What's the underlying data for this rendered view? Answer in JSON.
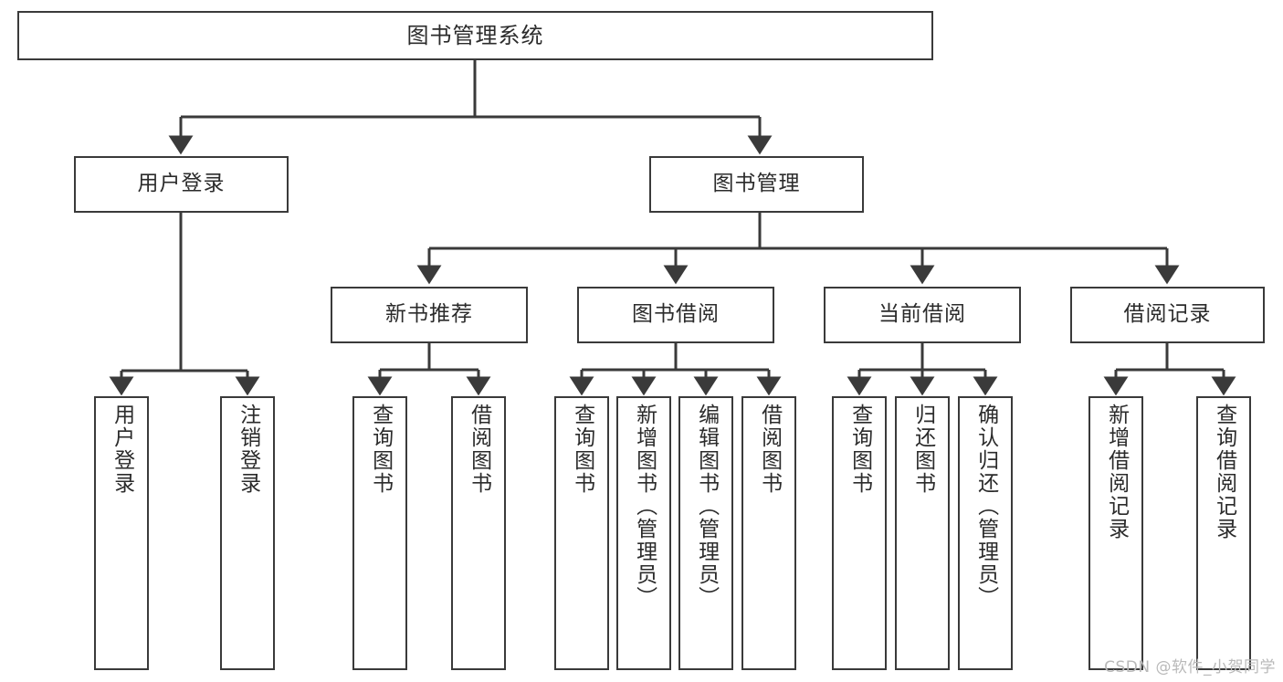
{
  "diagram": {
    "title": "图书管理系统",
    "type": "tree",
    "watermark": "CSDN @软件_小贺同学",
    "colors": {
      "box_border": "#3a3a3a",
      "box_fill": "#ffffff",
      "line": "#3a3a3a",
      "text": "#2b2b2b",
      "background": "#ffffff",
      "watermark": "#b9b9b9"
    },
    "root": {
      "label": "图书管理系统"
    },
    "level2": [
      {
        "label": "用户登录"
      },
      {
        "label": "图书管理"
      }
    ],
    "level3": [
      {
        "label": "新书推荐"
      },
      {
        "label": "图书借阅"
      },
      {
        "label": "当前借阅"
      },
      {
        "label": "借阅记录"
      }
    ],
    "leaves": [
      {
        "label": "用户登录",
        "parent": "用户登录"
      },
      {
        "label": "注销登录",
        "parent": "用户登录"
      },
      {
        "label": "查询图书",
        "parent": "新书推荐"
      },
      {
        "label": "借阅图书",
        "parent": "新书推荐"
      },
      {
        "label": "查询图书",
        "parent": "图书借阅"
      },
      {
        "label": "新增图书（管理员）",
        "parent": "图书借阅"
      },
      {
        "label": "编辑图书（管理员）",
        "parent": "图书借阅"
      },
      {
        "label": "借阅图书",
        "parent": "图书借阅"
      },
      {
        "label": "查询图书",
        "parent": "当前借阅"
      },
      {
        "label": "归还图书",
        "parent": "当前借阅"
      },
      {
        "label": "确认归还（管理员）",
        "parent": "当前借阅"
      },
      {
        "label": "新增借阅记录",
        "parent": "借阅记录"
      },
      {
        "label": "查询借阅记录",
        "parent": "借阅记录"
      }
    ]
  }
}
